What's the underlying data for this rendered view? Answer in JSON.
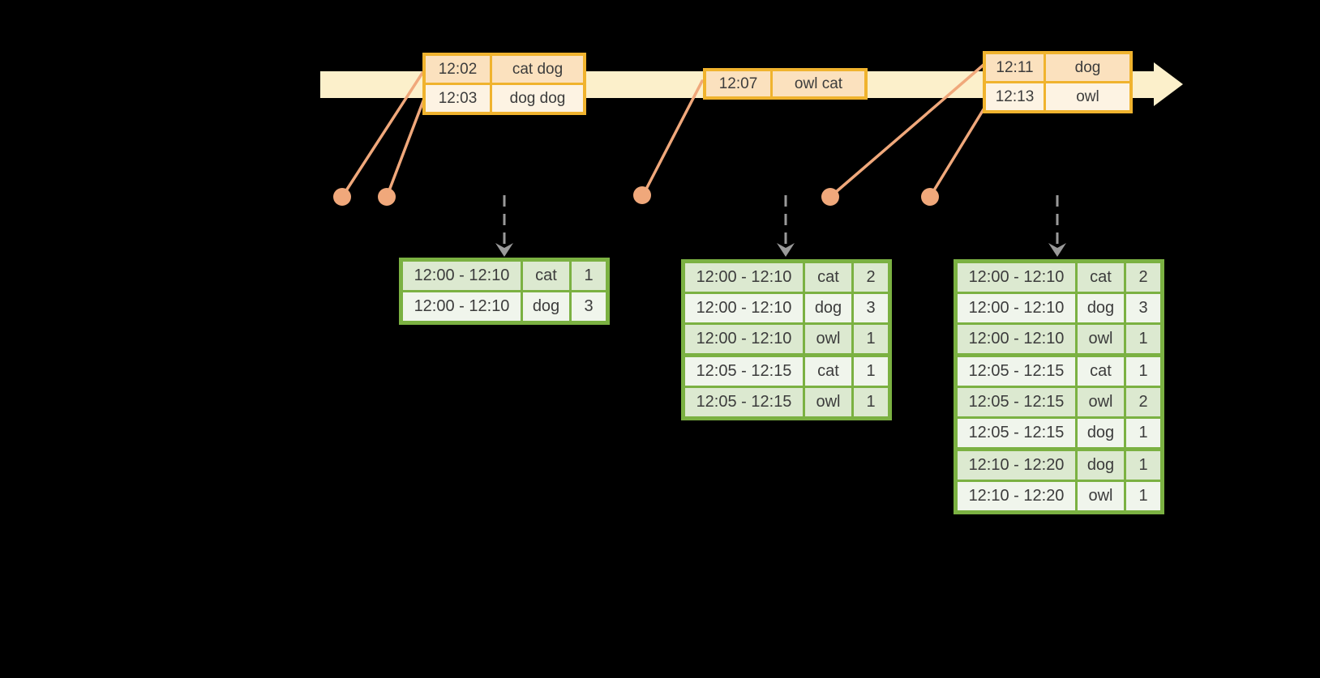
{
  "colors": {
    "background": "#000000",
    "timeline_fill": "#FCF0CB",
    "event_border": "#F0B32E",
    "event_row_dark": "#FBE1BE",
    "event_row_light": "#FDF3E3",
    "connector_salmon": "#F0A87B",
    "result_border": "#7BB142",
    "result_row_dark": "#DCE9D0",
    "result_row_light": "#F0F5EC",
    "trigger_arrow_gray": "#9A9A9A",
    "text": "#3C3C3C"
  },
  "event_batches": [
    {
      "rows": [
        {
          "time": "12:02",
          "words": "cat dog"
        },
        {
          "time": "12:03",
          "words": "dog dog"
        }
      ]
    },
    {
      "rows": [
        {
          "time": "12:07",
          "words": "owl cat"
        }
      ]
    },
    {
      "rows": [
        {
          "time": "12:11",
          "words": "dog"
        },
        {
          "time": "12:13",
          "words": "owl"
        }
      ]
    }
  ],
  "result_tables": [
    {
      "rows": [
        {
          "window": "12:00 - 12:10",
          "word": "cat",
          "count": "1"
        },
        {
          "window": "12:00 - 12:10",
          "word": "dog",
          "count": "3"
        }
      ]
    },
    {
      "rows": [
        {
          "window": "12:00 - 12:10",
          "word": "cat",
          "count": "2"
        },
        {
          "window": "12:00 - 12:10",
          "word": "dog",
          "count": "3"
        },
        {
          "window": "12:00 - 12:10",
          "word": "owl",
          "count": "1"
        },
        {
          "window": "12:05 - 12:15",
          "word": "cat",
          "count": "1"
        },
        {
          "window": "12:05 - 12:15",
          "word": "owl",
          "count": "1"
        }
      ]
    },
    {
      "rows": [
        {
          "window": "12:00 - 12:10",
          "word": "cat",
          "count": "2"
        },
        {
          "window": "12:00 - 12:10",
          "word": "dog",
          "count": "3"
        },
        {
          "window": "12:00 - 12:10",
          "word": "owl",
          "count": "1"
        },
        {
          "window": "12:05 - 12:15",
          "word": "cat",
          "count": "1"
        },
        {
          "window": "12:05 - 12:15",
          "word": "owl",
          "count": "2"
        },
        {
          "window": "12:05 - 12:15",
          "word": "dog",
          "count": "1"
        },
        {
          "window": "12:10 - 12:20",
          "word": "dog",
          "count": "1"
        },
        {
          "window": "12:10 - 12:20",
          "word": "owl",
          "count": "1"
        }
      ]
    }
  ]
}
